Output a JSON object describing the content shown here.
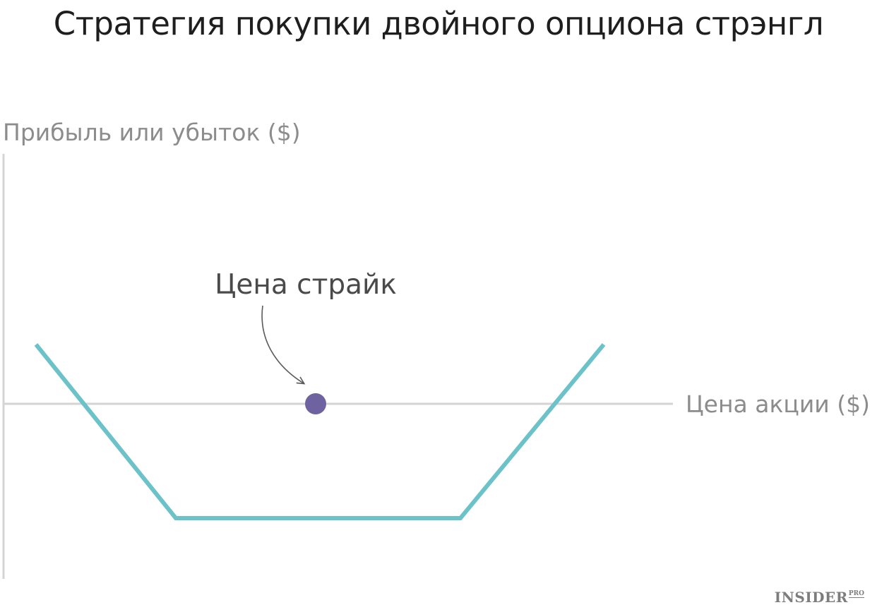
{
  "title": "Стратегия покупки двойного опциона стрэнгл",
  "labels": {
    "y_axis": "Прибыль или убыток ($)",
    "x_axis": "Цена акции ($)",
    "strike": "Цена страйк"
  },
  "colors": {
    "payoff_line": "#6bc2c8",
    "axes": "#d4d4d4",
    "strike_point": "#6e63a0",
    "axis_label": "#8c8c8c",
    "title": "#1e1e1e",
    "annotation": "#4a4a4a"
  },
  "logo": {
    "main": "INSIDER",
    "sub": "PRO"
  }
}
